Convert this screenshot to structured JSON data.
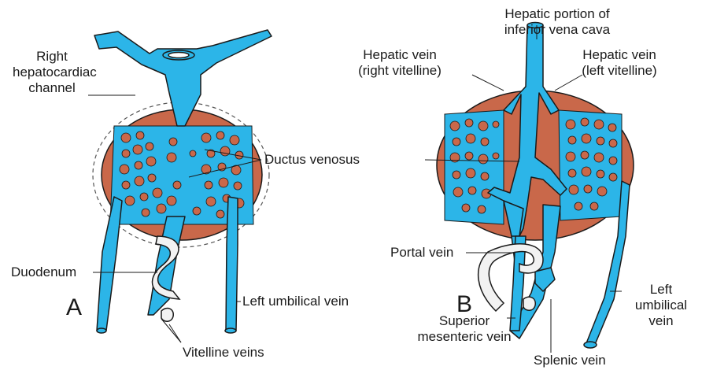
{
  "panels": {
    "a": "A",
    "b": "B"
  },
  "labels_a": {
    "right_hepatocardiac_line1": "Right",
    "right_hepatocardiac_line2": "hepatocardiac",
    "right_hepatocardiac_line3": "channel",
    "ductus_venosus": "Ductus venosus",
    "duodenum": "Duodenum",
    "left_umbilical_vein": "Left umbilical vein",
    "vitelline_veins": "Vitelline veins"
  },
  "labels_b": {
    "hepatic_ivc_line1": "Hepatic portion of",
    "hepatic_ivc_line2": "inferior vena cava",
    "hepatic_vein_right_line1": "Hepatic vein",
    "hepatic_vein_right_line2": "(right vitelline)",
    "hepatic_vein_left_line1": "Hepatic vein",
    "hepatic_vein_left_line2": "(left vitelline)",
    "portal_vein": "Portal vein",
    "left_umbilical_line1": "Left",
    "left_umbilical_line2": "umbilical",
    "left_umbilical_line3": "vein",
    "superior_mesenteric_line1": "Superior",
    "superior_mesenteric_line2": "mesenteric vein",
    "splenic_vein": "Splenic vein"
  },
  "colors": {
    "vein": "#2cb5e8",
    "vein_outline": "#1a1a1a",
    "liver": "#c9684a",
    "duodenum": "#f2f2f2"
  }
}
